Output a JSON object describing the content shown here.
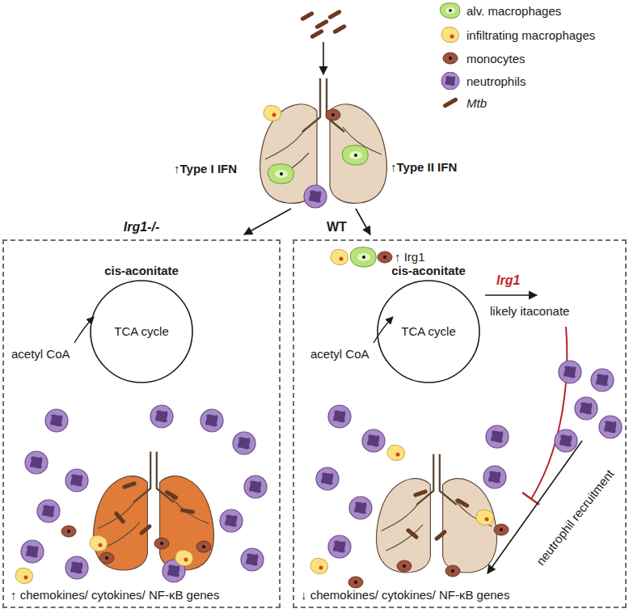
{
  "diagram": {
    "nodes": [
      {
        "text": [
          "Irg1-/-",
          "↑ chemokines/ cytokines/ NF-κB genes"
        ]
      },
      {
        "text": [
          "cis-aconitate",
          "TCA cycle"
        ],
        "in": 0
      },
      {
        "text": [
          "WT",
          "↓ chemokines/ cytokines/ NF-κB genes"
        ]
      },
      {
        "text": [
          "cis-aconitate",
          "TCA cycle"
        ],
        "in": 2
      }
    ],
    "labels": [
      "↑Type I IFN",
      "↑Type II IFN",
      "↑ Irg1",
      "acetyl CoA",
      "acetyl CoA",
      "Irg1",
      "likely itaconate",
      "neutrophil recruitment"
    ],
    "legend": [
      {
        "text": "alv. macrophages",
        "color": "#b8e27a"
      },
      {
        "text": "infiltrating macrophages",
        "color": "#fbe27e"
      },
      {
        "text": "monocytes",
        "color": "#a0523d"
      },
      {
        "text": "neutrophils",
        "color": "#a98ac9"
      },
      {
        "text": "Mtb",
        "color": "#6b3a1e"
      }
    ]
  }
}
